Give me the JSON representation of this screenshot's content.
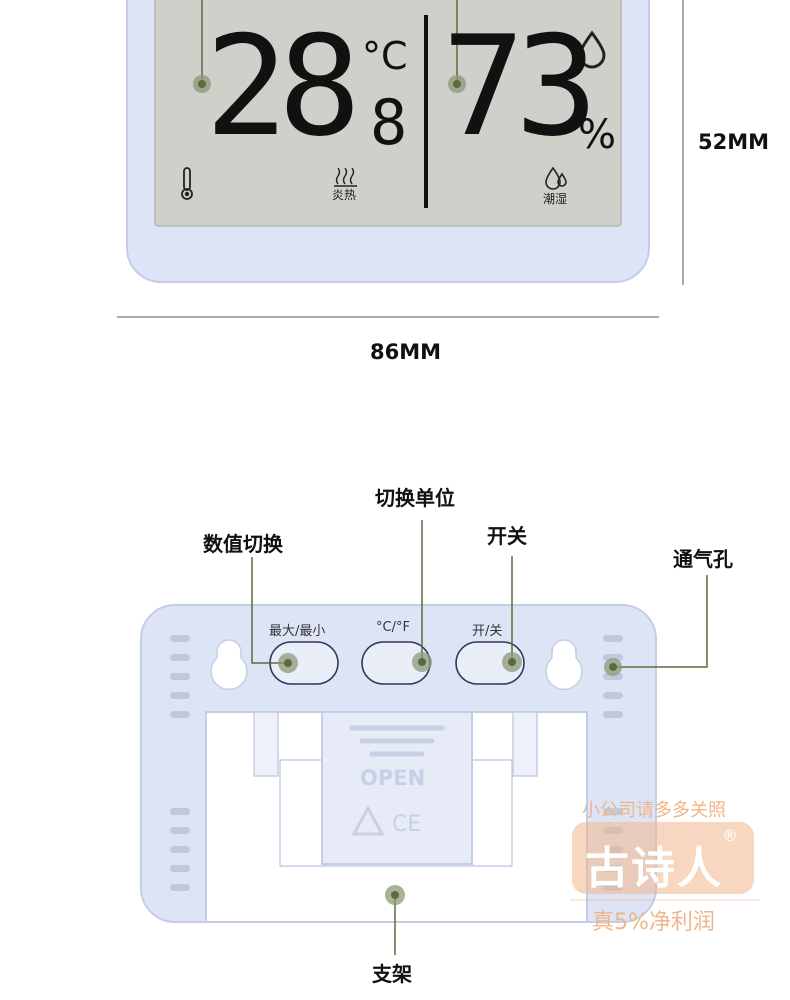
{
  "front": {
    "temperature_main": "28",
    "temperature_decimal": "8",
    "temperature_unit": "°C",
    "humidity_value": "73",
    "humidity_unit": "%",
    "temp_status_label": "炎热",
    "humidity_status_label": "潮湿"
  },
  "dimensions": {
    "height_label": "52MM",
    "width_label": "86MM"
  },
  "back": {
    "buttons": [
      {
        "label": "最大/最小"
      },
      {
        "label": "°C/°F"
      },
      {
        "label": "开/关"
      }
    ],
    "battery_cover_text": "OPEN",
    "cert_text": "CE",
    "callouts": {
      "value_switch": "数值切换",
      "unit_switch": "切换单位",
      "power": "开关",
      "vent": "通气孔",
      "stand": "支架"
    }
  },
  "watermark": {
    "top_text": "小公司请多多关照",
    "brand": "古诗人",
    "registered": "®",
    "bottom_text": "真5%净利润"
  },
  "colors": {
    "device_body": "#dde4f5",
    "device_border": "#c3cde6",
    "lcd_background": "#cfd0ca",
    "callout_line": "#5b6b3e",
    "callout_dot": "#8c9a78",
    "watermark": "#e8a070"
  }
}
